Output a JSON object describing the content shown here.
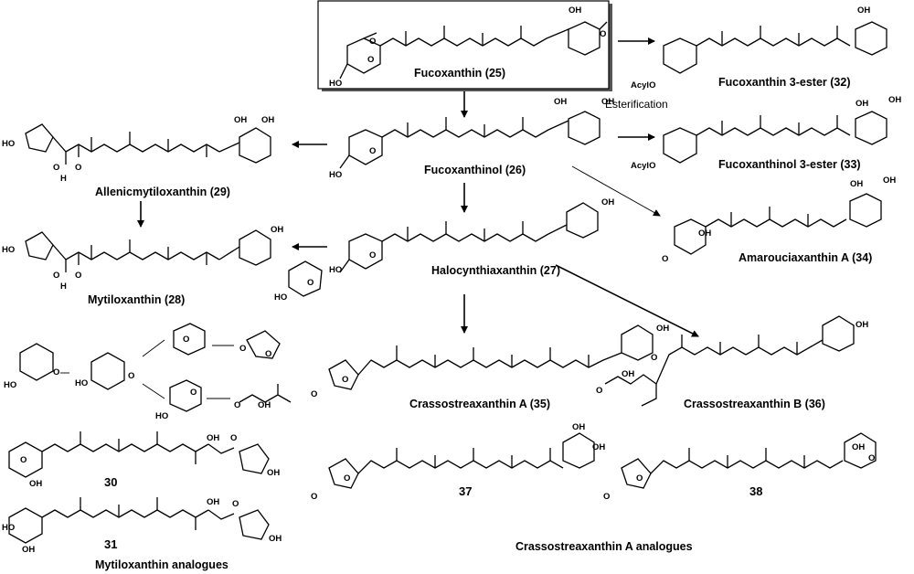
{
  "compounds": {
    "c25": "Fucoxanthin (25)",
    "c26": "Fucoxanthinol (26)",
    "c27": "Halocynthiaxanthin (27)",
    "c28": "Mytiloxanthin (28)",
    "c29": "Allenicmytiloxanthin (29)",
    "c32": "Fucoxanthin 3-ester (32)",
    "c33": "Fucoxanthinol 3-ester (33)",
    "c34": "Amarouciaxanthin A (34)",
    "c35": "Crassostreaxanthin A (35)",
    "c36": "Crassostreaxanthin B (36)",
    "n30": "30",
    "n31": "31",
    "n37": "37",
    "n38": "38"
  },
  "captions": {
    "esterification": "Esterification",
    "mytiloxanthin_analogues": "Mytiloxanthin analogues",
    "crassostreaxanthin_analogues": "Crassostreaxanthin A  analogues"
  },
  "atoms": {
    "oh": "OH",
    "ho": "HO",
    "o": "O",
    "h": "H",
    "acylo": "AcylO",
    "o_minus": "O-"
  }
}
